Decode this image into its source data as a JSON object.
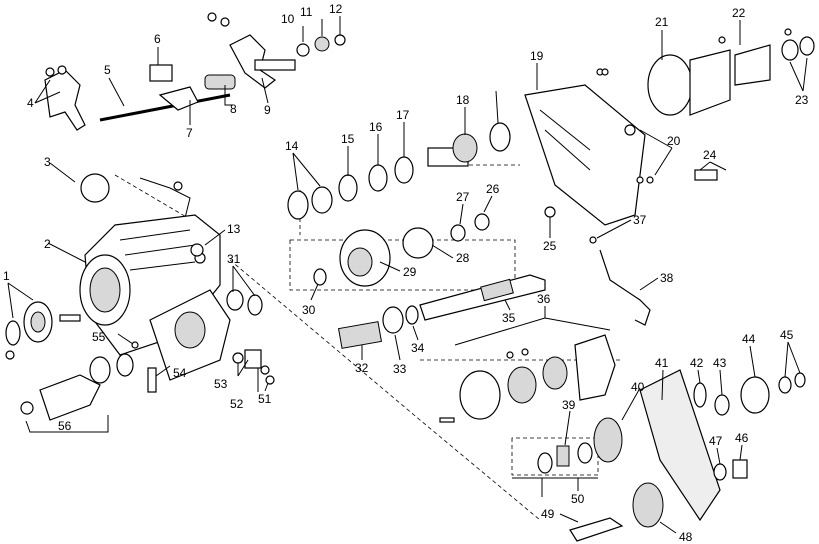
{
  "callouts": [
    "1",
    "2",
    "3",
    "4",
    "5",
    "6",
    "7",
    "8",
    "9",
    "10",
    "11",
    "12",
    "13",
    "14",
    "15",
    "16",
    "17",
    "18",
    "19",
    "20",
    "21",
    "22",
    "23",
    "24",
    "25",
    "26",
    "27",
    "28",
    "29",
    "30",
    "31",
    "32",
    "33",
    "34",
    "35",
    "36",
    "37",
    "38",
    "39",
    "40",
    "41",
    "42",
    "43",
    "44",
    "45",
    "46",
    "47",
    "48",
    "49",
    "50",
    "51",
    "52",
    "53",
    "54",
    "55",
    "56"
  ]
}
